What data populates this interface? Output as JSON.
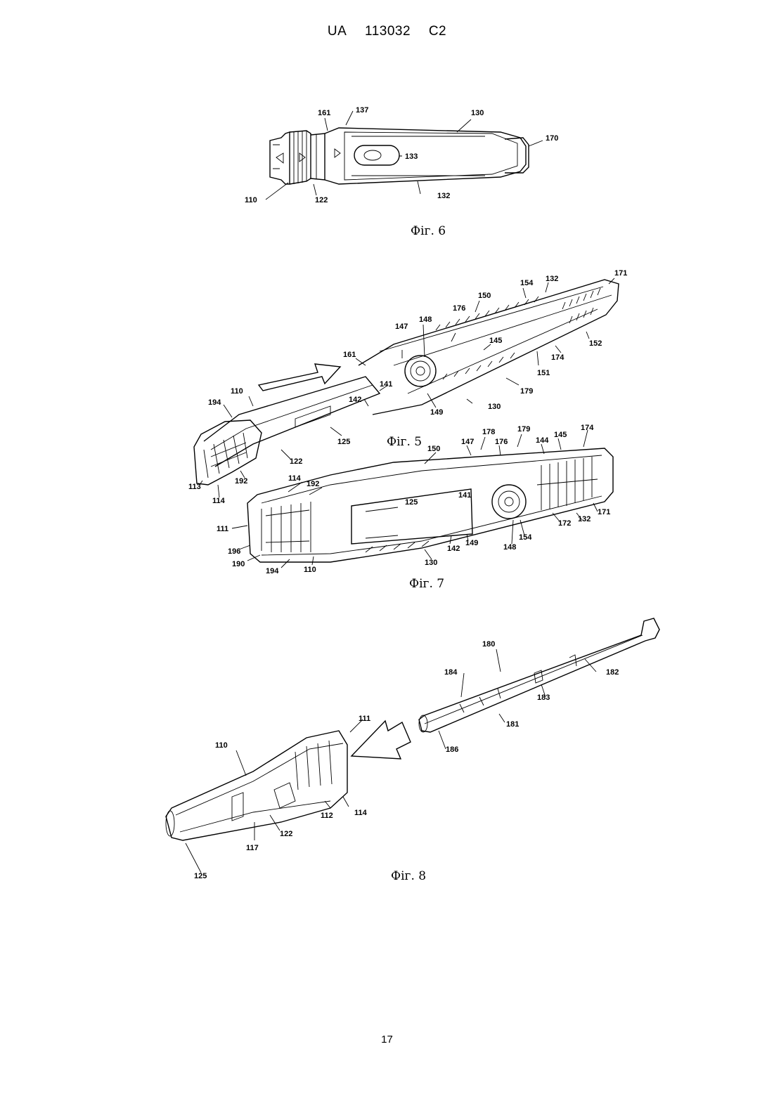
{
  "header": {
    "country": "UA",
    "number": "113032",
    "kind": "C2"
  },
  "page_number": "17",
  "figures": {
    "fig6": {
      "caption": "Фіг. 6",
      "labels": [
        "161",
        "137",
        "130",
        "170",
        "133",
        "132",
        "110",
        "122"
      ]
    },
    "fig5": {
      "caption": "Фіг. 5",
      "labels": [
        "171",
        "132",
        "154",
        "150",
        "176",
        "148",
        "147",
        "145",
        "161",
        "152",
        "174",
        "151",
        "141",
        "142",
        "149",
        "179",
        "130",
        "194",
        "110",
        "125",
        "122",
        "113",
        "192",
        "114"
      ]
    },
    "fig7": {
      "caption": "Фіг. 7",
      "labels": [
        "150",
        "178",
        "179",
        "174",
        "147",
        "176",
        "144",
        "145",
        "114",
        "192",
        "125",
        "141",
        "111",
        "172",
        "132",
        "171",
        "196",
        "142",
        "149",
        "154",
        "148",
        "190",
        "194",
        "110",
        "130"
      ]
    },
    "fig8": {
      "caption": "Фіг. 8",
      "labels": [
        "180",
        "184",
        "182",
        "183",
        "181",
        "186",
        "111",
        "110",
        "112",
        "114",
        "117",
        "122",
        "125"
      ]
    }
  }
}
